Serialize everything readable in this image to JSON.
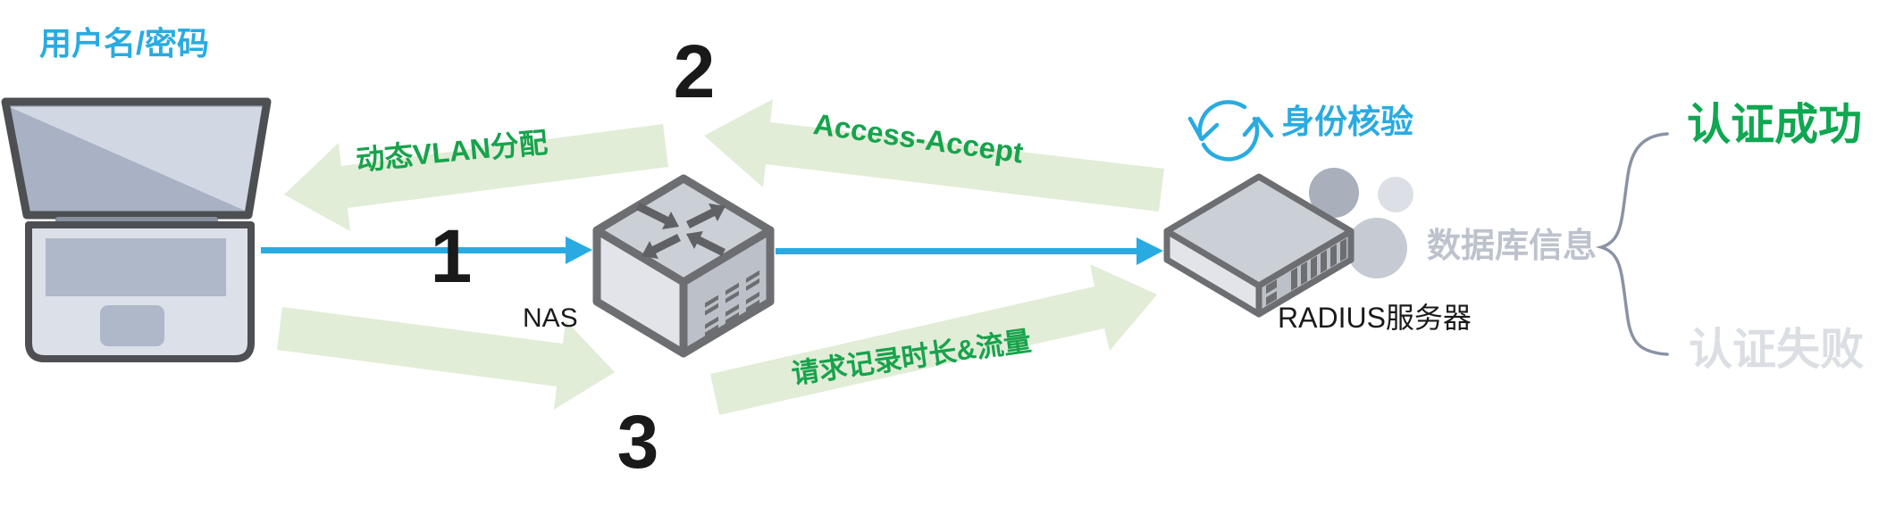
{
  "colors": {
    "blue": "#29ABE2",
    "green_text": "#17A34C",
    "success_green": "#0FA751",
    "band_green": "#E1EDD7",
    "muted_gray": "#BDC3CD",
    "fail_gray": "#DBDEE3",
    "ink": "#1A1A1A",
    "device_outline": "#6D6E71",
    "device_face_top": "#CBD0D7",
    "device_face_light": "#E2E4E9",
    "device_face_dark": "#BCC1C9",
    "laptop_outline": "#4D4F53",
    "laptop_screen": "#A9B2C4",
    "laptop_screen_light": "#D2D8E3",
    "laptop_body": "#DCE1E9",
    "laptop_keys": "#AEB8C9",
    "laptop_hinge": "#8791A0",
    "arrow_glyph": "#5F6165",
    "brace_gray": "#8A93A4",
    "db_circle_dark": "#A9B0BC",
    "db_circle_mid": "#C6CBD3",
    "db_circle_light": "#DCE0E6"
  },
  "nodes": {
    "client": {
      "title": "用户名/密码"
    },
    "nas": {
      "label": "NAS"
    },
    "radius": {
      "label": "RADIUS服务器",
      "check": "身份核验",
      "database": "数据库信息"
    },
    "outcomes": {
      "success": "认证成功",
      "fail": "认证失败"
    }
  },
  "steps": {
    "one": "1",
    "two": "2",
    "three": "3"
  },
  "flows": {
    "access_accept": "Access-Accept",
    "dynamic_vlan": "动态VLAN分配",
    "accounting": "请求记录时长&流量"
  }
}
